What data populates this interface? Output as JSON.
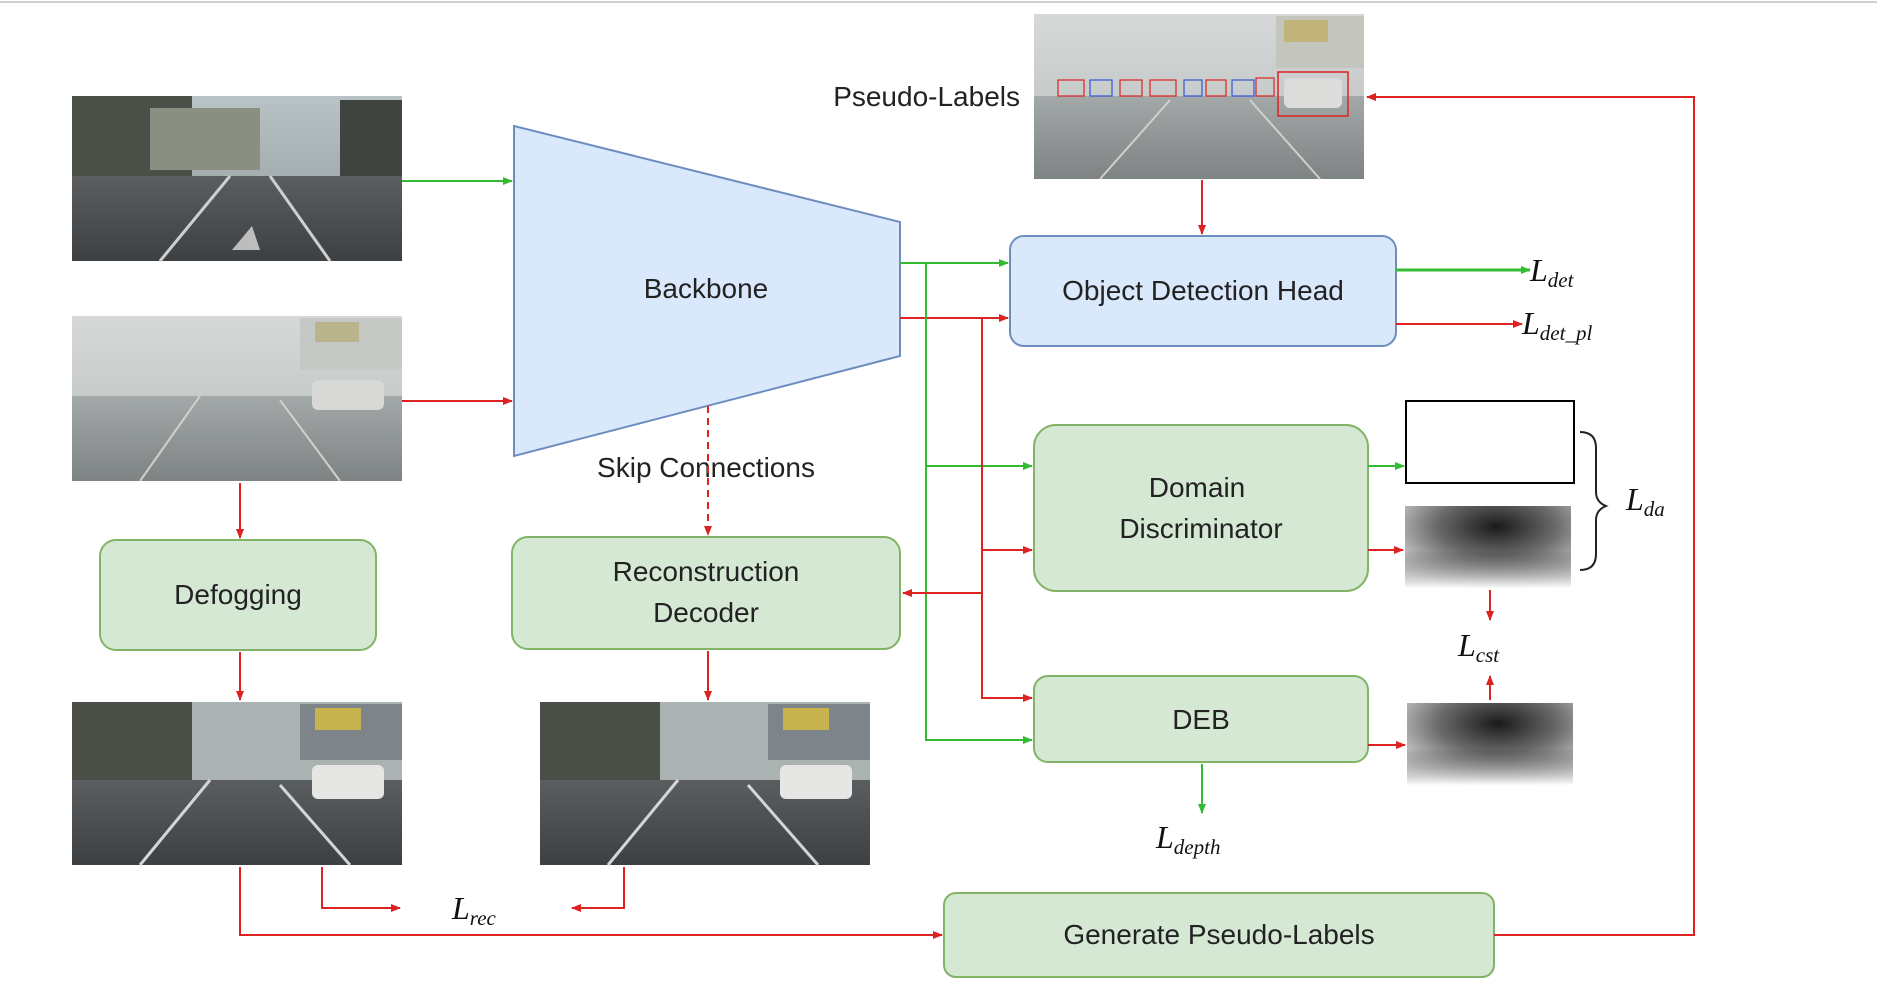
{
  "nodes": {
    "backbone": "Backbone",
    "object_detection_head": "Object Detection Head",
    "domain_discriminator": [
      "Domain",
      "Discriminator"
    ],
    "deb": "DEB",
    "defogging": "Defogging",
    "reconstruction_decoder": [
      "Reconstruction",
      "Decoder"
    ],
    "generate_pseudo_labels": "Generate Pseudo-Labels"
  },
  "labels": {
    "pseudo_labels": "Pseudo-Labels",
    "skip_connections": "Skip Connections"
  },
  "losses": {
    "det": {
      "base": "L",
      "sub": "det"
    },
    "det_pl": {
      "base": "L",
      "sub": "det_pl"
    },
    "da": {
      "base": "L",
      "sub": "da"
    },
    "cst": {
      "base": "L",
      "sub": "cst"
    },
    "depth": {
      "base": "L",
      "sub": "depth"
    },
    "rec": {
      "base": "L",
      "sub": "rec"
    }
  },
  "images": {
    "source_clear": "clear-street-scene",
    "target_foggy": "foggy-street-scene",
    "defogged": "defogged-street-scene",
    "reconstructed": "reconstructed-street-scene",
    "pseudo_labeled": "foggy-scene-with-boxes",
    "disc_output_source": "blank-map",
    "disc_output_target": "depth-like-map",
    "depth_map": "depth-map"
  },
  "colors": {
    "source_flow": "#33bb33",
    "target_flow": "#dd2222",
    "backbone_fill": "#dae8fc",
    "backbone_stroke": "#6c8ebf",
    "module_fill": "#d5e8d4",
    "module_stroke": "#82b366"
  }
}
